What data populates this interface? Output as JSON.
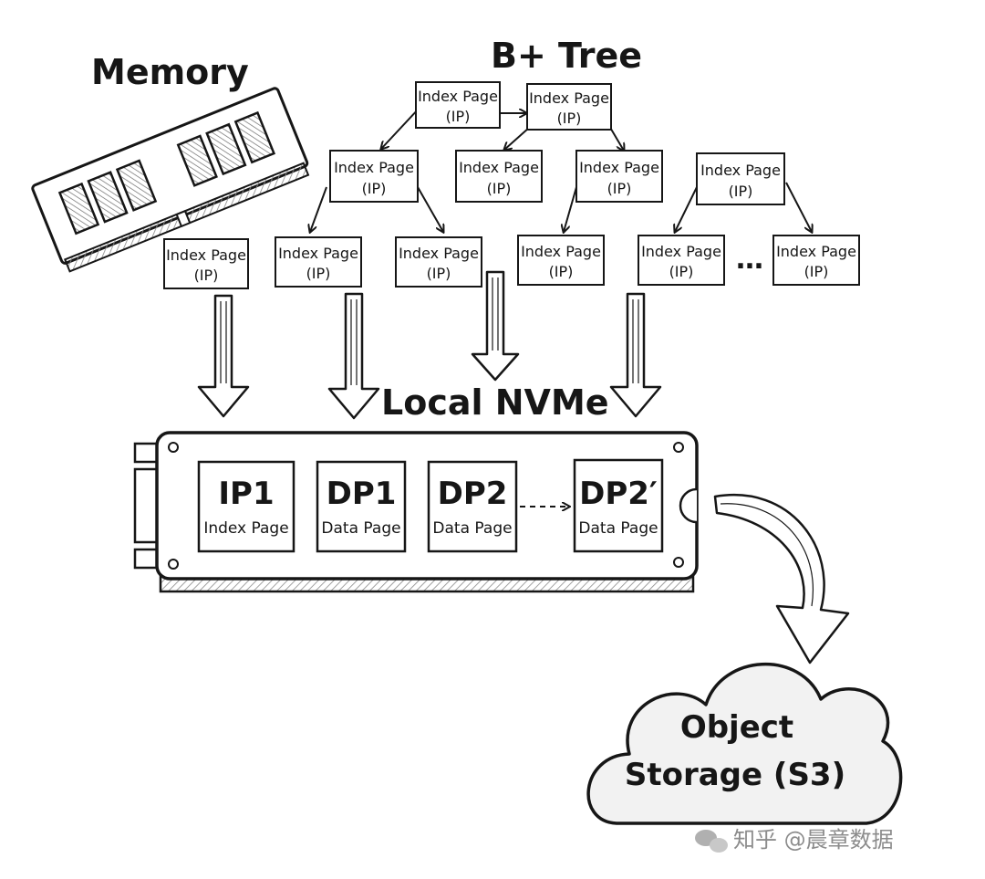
{
  "labels": {
    "memory": "Memory",
    "btree": "B+ Tree",
    "nvme": "Local NVMe",
    "ellipsis": "…"
  },
  "index_node": {
    "line1": "Index Page",
    "line2": "(IP)"
  },
  "nvme_slots": [
    {
      "title": "IP1",
      "subtitle": "Index Page"
    },
    {
      "title": "DP1",
      "subtitle": "Data Page"
    },
    {
      "title": "DP2",
      "subtitle": "Data Page"
    },
    {
      "title": "DP2′",
      "subtitle": "Data Page"
    }
  ],
  "cloud": {
    "line1": "Object",
    "line2": "Storage (S3)"
  },
  "watermark": "知乎 @晨章数据",
  "icons": [
    "memory-stick-icon",
    "nvme-drive-icon",
    "cloud-icon",
    "wechat-icon"
  ],
  "colors": {
    "ink": "#161616",
    "paper": "#ffffff",
    "hatch": "#9a9a9a",
    "cloud_fill": "#f2f2f2"
  }
}
